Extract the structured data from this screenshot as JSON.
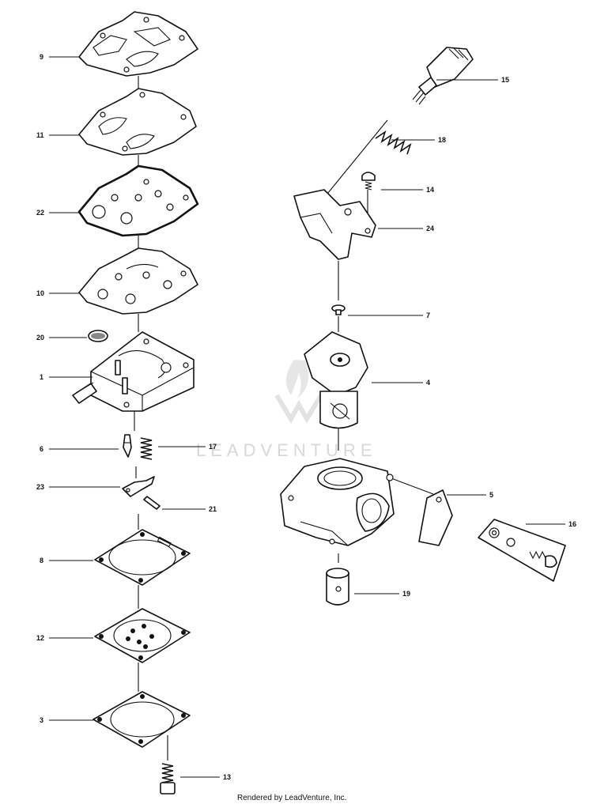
{
  "labels": {
    "p9": "9",
    "p11": "11",
    "p22": "22",
    "p10": "10",
    "p20": "20",
    "p1": "1",
    "p6": "6",
    "p17": "17",
    "p23": "23",
    "p21": "21",
    "p8": "8",
    "p12": "12",
    "p3": "3",
    "p13": "13",
    "p15": "15",
    "p18": "18",
    "p14": "14",
    "p24": "24",
    "p7": "7",
    "p4": "4",
    "p5": "5",
    "p16": "16",
    "p19": "19"
  },
  "watermark": "LEADVENTURE",
  "footer": "Rendered by LeadVenture, Inc."
}
